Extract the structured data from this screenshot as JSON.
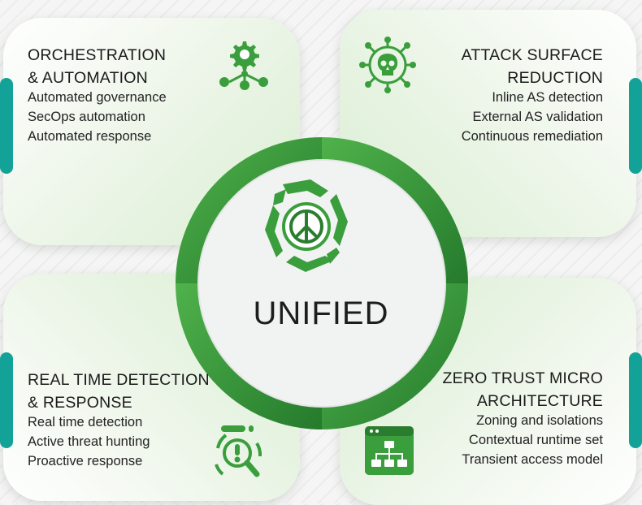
{
  "center": {
    "title": "UNIFIED",
    "icon": "peace-hands-icon"
  },
  "quadrants": {
    "top_left": {
      "title_line1": "ORCHESTRATION",
      "title_line2": "& AUTOMATION",
      "items": [
        "Automated governance",
        "SecOps automation",
        "Automated response"
      ],
      "icon": "gear-network-icon"
    },
    "top_right": {
      "title_line1": "ATTACK SURFACE",
      "title_line2": "REDUCTION",
      "items": [
        "Inline AS detection",
        "External AS validation",
        "Continuous remediation"
      ],
      "icon": "skull-virus-icon"
    },
    "bottom_left": {
      "title_line1": "REAL TIME DETECTION",
      "title_line2": "& RESPONSE",
      "items": [
        "Real time detection",
        "Active threat hunting",
        "Proactive response"
      ],
      "icon": "alert-magnifier-icon"
    },
    "bottom_right": {
      "title_line1": "ZERO TRUST MICRO",
      "title_line2": "ARCHITECTURE",
      "items": [
        "Zoning and isolations",
        "Contextual runtime set",
        "Transient access model"
      ],
      "icon": "browser-sitemap-icon"
    }
  },
  "colors": {
    "primary_green": "#3a9e3c",
    "dark_green": "#2a7d2e",
    "teal": "#12a297"
  }
}
